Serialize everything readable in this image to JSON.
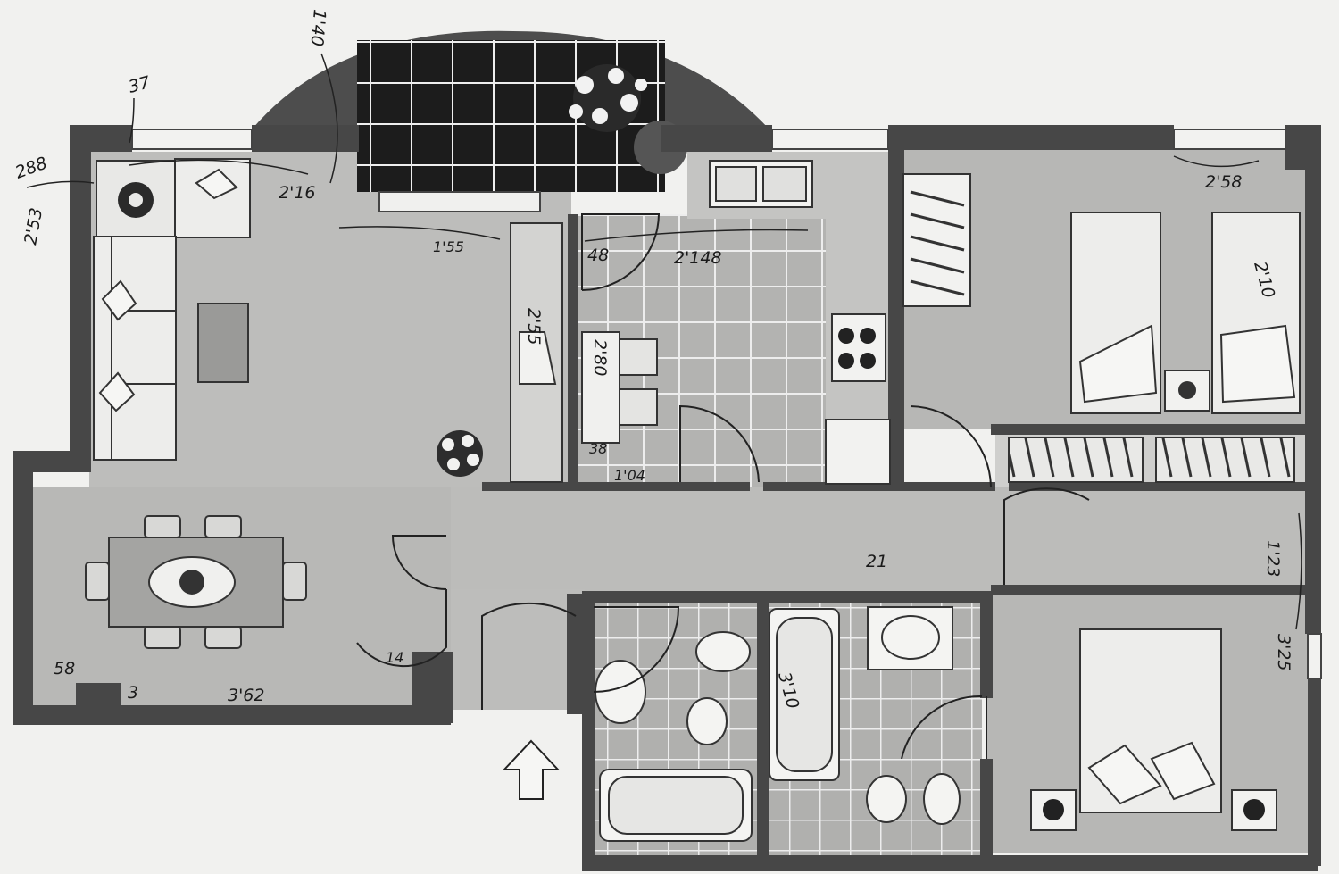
{
  "plan": {
    "colors": {
      "wall": "#4a4a4a",
      "floor": "#b9b9b7",
      "floor_dark": "#a9a9a7",
      "tile_grout": "#eeeeee",
      "terrace_tile": "#1c1c1c",
      "paper": "#f1f1ef",
      "fixture": "#f4f4f2",
      "ink": "#1a1a1a"
    },
    "dimensions": {
      "d_37": "37",
      "d_288": "288",
      "d_216": "2'16",
      "d_155": "1'55",
      "d_255": "2'55",
      "d_2148": "2'148",
      "d_48": "48",
      "d_280": "2'80",
      "d_104": "1'04",
      "d_38": "38",
      "d_253": "2'53",
      "d_258": "2'58",
      "d_58": "58",
      "d_362": "3'62",
      "d_310": "3'10",
      "d_140": "1'40",
      "d_210": "2'10",
      "d_123": "1'23",
      "d_325": "3'25",
      "d_21": "21",
      "d_14": "14",
      "d_3": "3"
    }
  }
}
